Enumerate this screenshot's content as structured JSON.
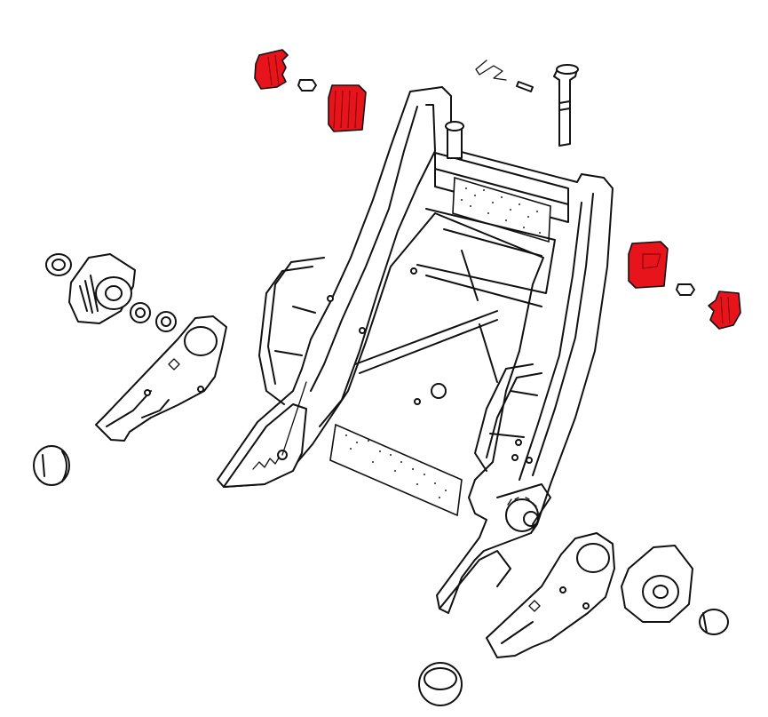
{
  "diagram": {
    "highlight_color": "#e8141c",
    "line_color": "#111111",
    "background": "#ffffff",
    "parts": [
      {
        "id": "frame",
        "icon": "seat-back-frame-icon"
      },
      {
        "id": "left-cover-outer",
        "icon": "hinge-cover-cap-icon",
        "highlighted": true
      },
      {
        "id": "left-cover-inner",
        "icon": "hinge-cover-icon",
        "highlighted": true
      },
      {
        "id": "right-cover-inner",
        "icon": "hinge-cover-icon",
        "highlighted": true
      },
      {
        "id": "right-cover-outer",
        "icon": "hinge-cover-cap-icon",
        "highlighted": true
      },
      {
        "id": "left-knob",
        "icon": "recline-knob-icon"
      },
      {
        "id": "right-knob",
        "icon": "recline-knob-icon"
      },
      {
        "id": "left-bracket",
        "icon": "hinge-bracket-icon"
      },
      {
        "id": "right-bracket",
        "icon": "hinge-bracket-icon"
      },
      {
        "id": "headrest-guide",
        "icon": "headrest-guide-tube-icon"
      },
      {
        "id": "spring-clip",
        "icon": "spring-clip-icon"
      },
      {
        "id": "cap-left",
        "icon": "end-cap-icon"
      },
      {
        "id": "cap-bottom",
        "icon": "end-cap-icon"
      },
      {
        "id": "cap-right",
        "icon": "end-cap-icon"
      }
    ]
  }
}
